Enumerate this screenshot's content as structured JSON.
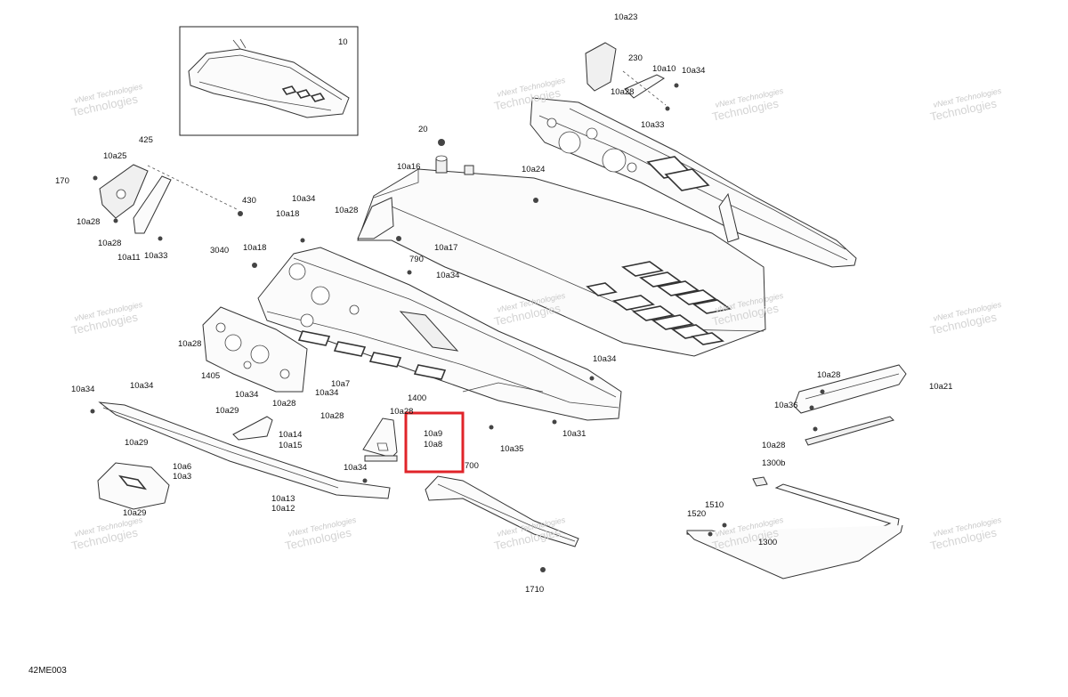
{
  "diagram": {
    "code": "42ME003",
    "watermark_line1": "vNext Technologies",
    "watermark_line2": "Technologies",
    "inset_label": "10",
    "highlight_color": "#e0242a",
    "highlight_labels": [
      "10a9",
      "10a8"
    ],
    "labels": [
      "10a23",
      "230",
      "10a10",
      "10a34",
      "10a28",
      "10a33",
      "425",
      "10a25",
      "170",
      "10a28",
      "10a28",
      "10a11",
      "10a33",
      "430",
      "20",
      "10a16",
      "10a24",
      "10a34",
      "10a18",
      "10a28",
      "10a17",
      "3040",
      "10a18",
      "790",
      "10a34",
      "10a28",
      "1405",
      "10a34",
      "10a34",
      "10a7",
      "10a28",
      "1400",
      "10a34",
      "10a31",
      "10a34",
      "10a34",
      "10a29",
      "10a14",
      "10a15",
      "10a28",
      "10a28",
      "10a35",
      "10a29",
      "10a6",
      "10a3",
      "10a29",
      "10a13",
      "10a12",
      "10a34",
      "700",
      "1710",
      "10a28",
      "10a21",
      "10a36",
      "10a28",
      "1300b",
      "1510",
      "1520",
      "1300"
    ]
  }
}
